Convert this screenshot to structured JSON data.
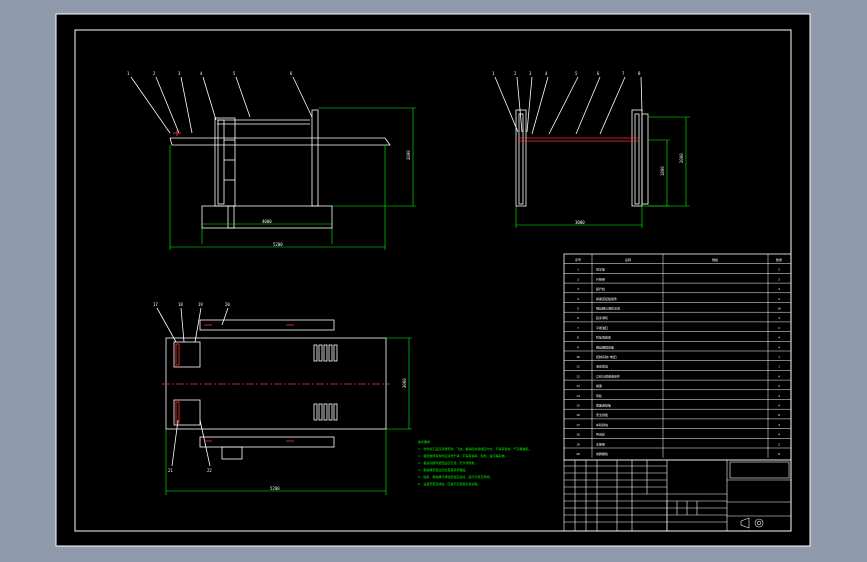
{
  "colors": {
    "background": "#8f9aad",
    "sheet": "#000000",
    "line": "#ffffff",
    "dimension": "#00ff00",
    "centerline": "#ff3030"
  },
  "icons": [
    "projection-symbol-icon"
  ],
  "front_view": {
    "leaders": [
      "1",
      "2",
      "3",
      "4",
      "5",
      "6"
    ],
    "dims": {
      "height": "2000",
      "inner_width": "4000",
      "overall_width": "5200"
    }
  },
  "side_view": {
    "leaders": [
      "1",
      "2",
      "3",
      "4",
      "5",
      "6",
      "7",
      "8"
    ],
    "dims": {
      "inner_height": "1800",
      "outer_height": "2000",
      "width": "3000"
    }
  },
  "plan_view": {
    "leaders_top": [
      "17",
      "18",
      "19",
      "20"
    ],
    "leaders_bottom": [
      "21",
      "22"
    ],
    "dims": {
      "width": "3000",
      "length": "5200"
    }
  },
  "notes": {
    "heading": "技术要求",
    "lines": [
      "1. 零件加工后应清除毛刺、飞边，各焊接处焊缝应均匀，不得有裂纹、气孔等缺陷。",
      "2. 装配前所有零件应清洗干净，不得有铁屑、毛刺、油污等杂物。",
      "3. 各运动部件装配后应灵活，无卡滞现象。",
      "4. 钢丝绳安装后应检查其张紧程度。",
      "5. 链条、钢丝绳与滑轮配合应良好，运行平稳无异响。",
      "6. 设备安装完成后，应进行空载和负载试验。"
    ]
  },
  "bom": {
    "headers": [
      "序号",
      "名称",
      "规格",
      "数量"
    ],
    "rows": [
      [
        "1",
        "载车板",
        "",
        "2"
      ],
      [
        "2",
        "升降架",
        "",
        "2"
      ],
      [
        "3",
        "提升柱",
        "",
        "4"
      ],
      [
        "4",
        "横梁连接板组件",
        "",
        "2"
      ],
      [
        "5",
        "钢丝绳与滑轮总成",
        "",
        "16"
      ],
      [
        "6",
        "链条滑轮",
        "",
        "4"
      ],
      [
        "7",
        "平衡油缸",
        "",
        "2"
      ],
      [
        "8",
        "防坠落装置",
        "",
        "4"
      ],
      [
        "9",
        "钢丝绳固定座",
        "",
        "4"
      ],
      [
        "10",
        "控制系统(电控)",
        "",
        "1"
      ],
      [
        "11",
        "液压泵站",
        "",
        "1"
      ],
      [
        "12",
        "立柱与横梁连接件",
        "",
        "4"
      ],
      [
        "13",
        "横梁",
        "",
        "2"
      ],
      [
        "14",
        "导轨",
        "",
        "4"
      ],
      [
        "15",
        "底座连接板",
        "",
        "4"
      ],
      [
        "16",
        "安全挡板",
        "",
        "8"
      ],
      [
        "17",
        "车轮挡块",
        "",
        "4"
      ],
      [
        "18",
        "导向轮",
        "",
        "4"
      ],
      [
        "19",
        "支撑架",
        "",
        "2"
      ],
      [
        "20",
        "地脚螺栓",
        "",
        "8"
      ]
    ]
  }
}
